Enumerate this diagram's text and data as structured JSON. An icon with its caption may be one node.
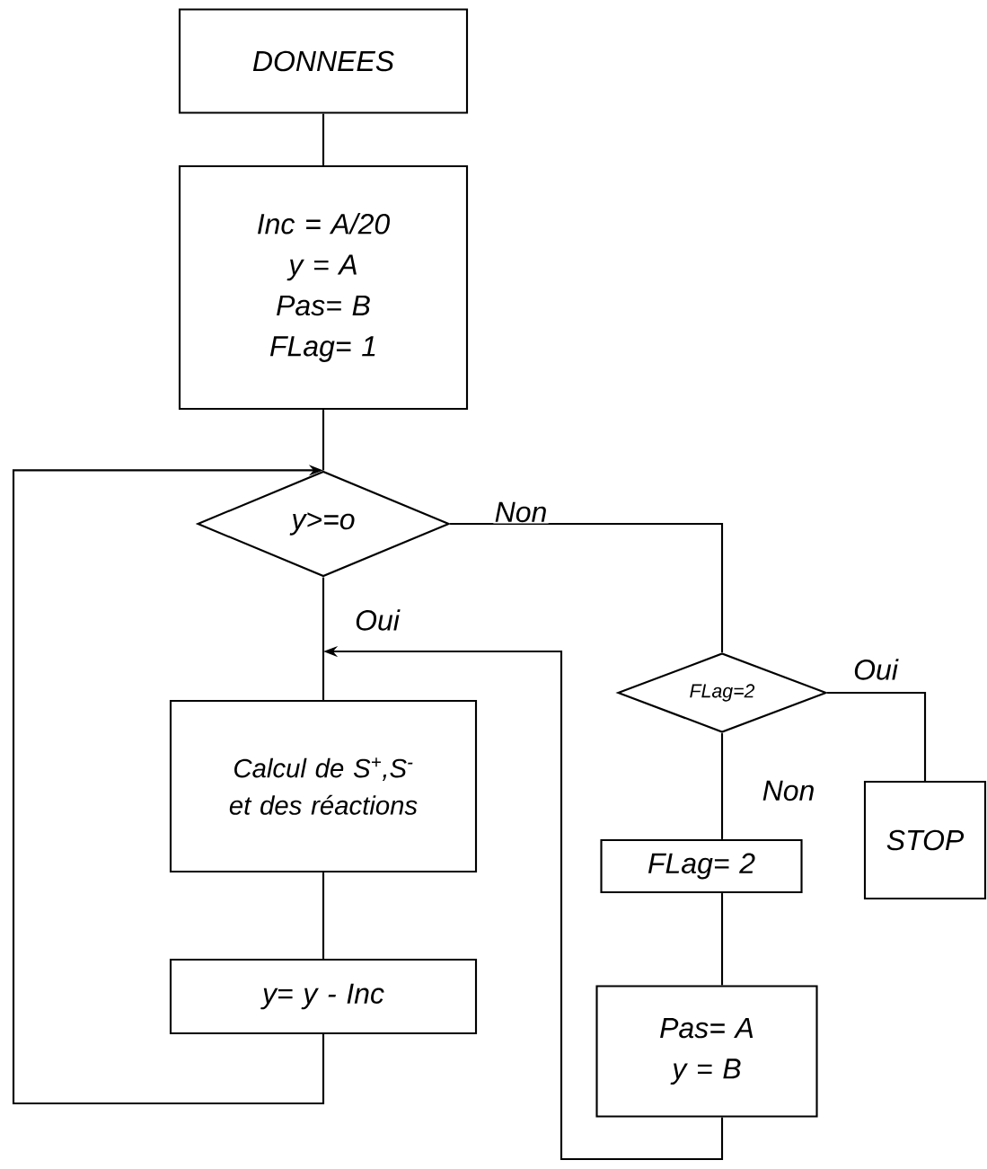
{
  "diagram": {
    "nodes": [
      {
        "text": [
          "DONNEES"
        ]
      },
      {
        "text": [
          "Inc = A/20",
          "y = A",
          "Pas= B",
          "FLag= 1"
        ]
      },
      {
        "text": [
          "y>=o"
        ]
      },
      {
        "text": [
          "Calcul de S$^{+}$,S$^{-}$ et des réactions"
        ]
      },
      {
        "text": [
          "y= y - Inc"
        ]
      },
      {
        "text": [
          "FLag=2"
        ]
      },
      {
        "text": [
          "STOP"
        ]
      },
      {
        "text": [
          "FLag= 2"
        ]
      },
      {
        "text": [
          "Pas= A",
          "y = B"
        ]
      }
    ],
    "edges": [
      {
        "from": 0,
        "to": 1,
        "arrow": "none"
      },
      {
        "from": 1,
        "to": 2,
        "arrow": "none"
      },
      {
        "from": 2,
        "to": 3,
        "arrow": "none",
        "label": "Oui"
      },
      {
        "from": 3,
        "to": 4,
        "arrow": "none"
      },
      {
        "from": 4,
        "to": 2,
        "arrow": "to"
      },
      {
        "from": 2,
        "to": 5,
        "arrow": "none",
        "label": "Non"
      },
      {
        "from": 5,
        "to": 6,
        "arrow": "none",
        "label": "Oui"
      },
      {
        "from": 5,
        "to": 7,
        "arrow": "none",
        "label": "Non"
      },
      {
        "from": 7,
        "to": 8,
        "arrow": "none"
      },
      {
        "from": 8,
        "to": 3,
        "arrow": "to"
      }
    ]
  }
}
